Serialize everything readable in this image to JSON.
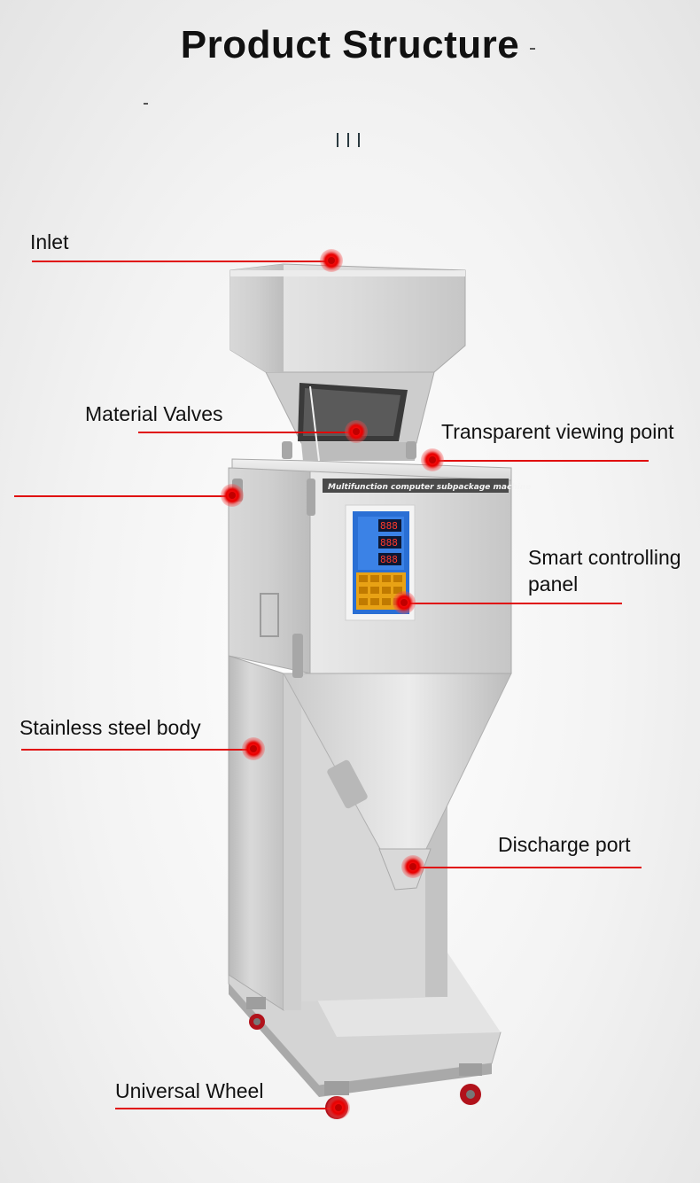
{
  "header": {
    "title": "Product Structure"
  },
  "machine": {
    "top_plate_text": "Multifunction computer subpackage machine",
    "panel_readouts": [
      "888",
      "888",
      "888"
    ]
  },
  "callouts": [
    {
      "id": "inlet",
      "label": "Inlet"
    },
    {
      "id": "material-valves",
      "label": "Material Valves"
    },
    {
      "id": "viewing-point",
      "label": "Transparent viewing point"
    },
    {
      "id": "unlabeled",
      "label": ""
    },
    {
      "id": "control-panel",
      "label": "Smart controlling\npanel"
    },
    {
      "id": "body",
      "label": "Stainless steel body"
    },
    {
      "id": "discharge",
      "label": "Discharge port"
    },
    {
      "id": "wheel",
      "label": "Universal Wheel"
    }
  ],
  "colors": {
    "accent": "#e00a0a",
    "text": "#111111",
    "panel": "#1e62c8"
  }
}
